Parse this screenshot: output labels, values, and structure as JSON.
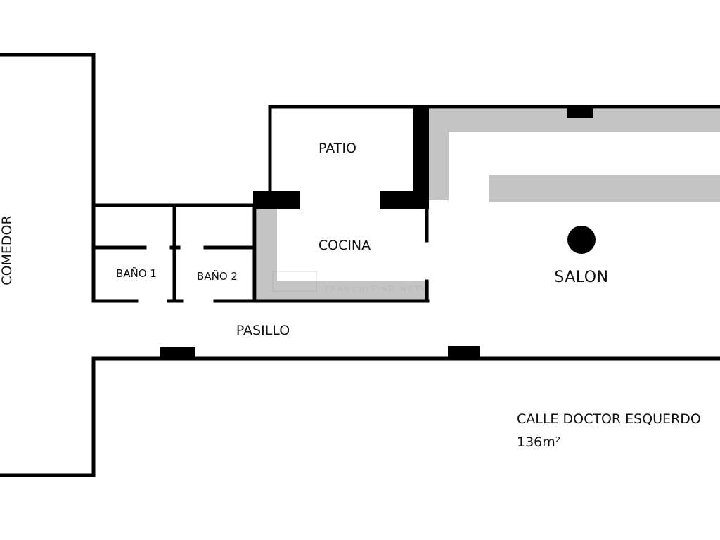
{
  "rooms": {
    "comedor": "COMEDOR",
    "patio": "PATIO",
    "cocina": "COCINA",
    "bano1": "BAÑO 1",
    "bano2": "BAÑO 2",
    "pasillo": "PASILLO",
    "salon": "SALON"
  },
  "street": {
    "name": "CALLE DOCTOR ESQUERDO",
    "area": "136m²"
  },
  "watermark": {
    "text": "FRANCHISING NETW"
  },
  "colors": {
    "wall": "#000000",
    "fixture": "#c4c4c4",
    "background": "#ffffff"
  }
}
